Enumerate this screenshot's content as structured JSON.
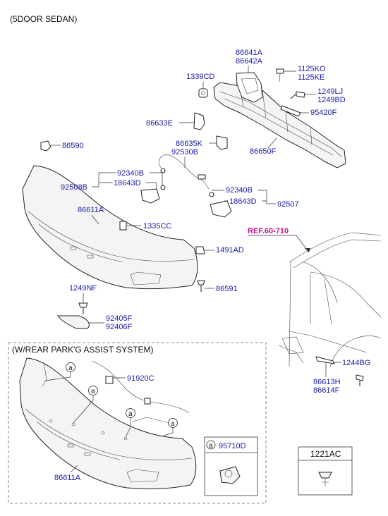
{
  "title": "(5DOOR SEDAN)",
  "ref_label": "REF.60-710",
  "labels": {
    "p86641A": "86641A",
    "p86642A": "86642A",
    "p1339CD": "1339CD",
    "p1125KO": "1125KO",
    "p1125KE": "1125KE",
    "p1249LJ": "1249LJ",
    "p1249BD": "1249BD",
    "p95420F": "95420F",
    "p86633E": "86633E",
    "p86635K": "86635K",
    "p86650F": "86650F",
    "p86590": "86590",
    "p92530B": "92530B",
    "p92340B_a": "92340B",
    "p92508B": "92508B",
    "p18643D_a": "18643D",
    "p92340B_b": "92340B",
    "p18643D_b": "18643D",
    "p92507": "92507",
    "p86611A_top": "86611A",
    "p1335CC": "1335CC",
    "p1491AD": "1491AD",
    "p1249NF": "1249NF",
    "p86591": "86591",
    "p92405F": "92405F",
    "p92406F": "92406F",
    "p1244BG": "1244BG",
    "p86613H": "86613H",
    "p86614F": "86614F",
    "p91920C": "91920C",
    "p86611A_bottom": "86611A",
    "p95710D": "95710D",
    "p1221AC": "1221AC"
  },
  "assist_box_title": "(W/REAR PARK'G ASSIST SYSTEM)",
  "callout_letter": "a"
}
